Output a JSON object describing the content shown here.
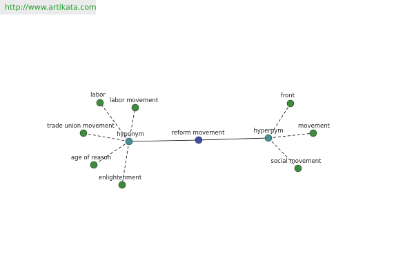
{
  "watermark": {
    "url": "http://www.artikata.com"
  },
  "graph": {
    "center": {
      "label": "reform movement",
      "color": "#3f4fa0"
    },
    "hyponym": {
      "label": "hyponym",
      "color": "#4a8f93",
      "children": [
        "labor",
        "labor movement",
        "trade union movement",
        "age of reason",
        "enlightenment"
      ]
    },
    "hypernym": {
      "label": "hypernym",
      "color": "#4a8f93",
      "children": [
        "front",
        "movement",
        "social movement"
      ]
    },
    "leaf_color": "#3e8a3e"
  }
}
